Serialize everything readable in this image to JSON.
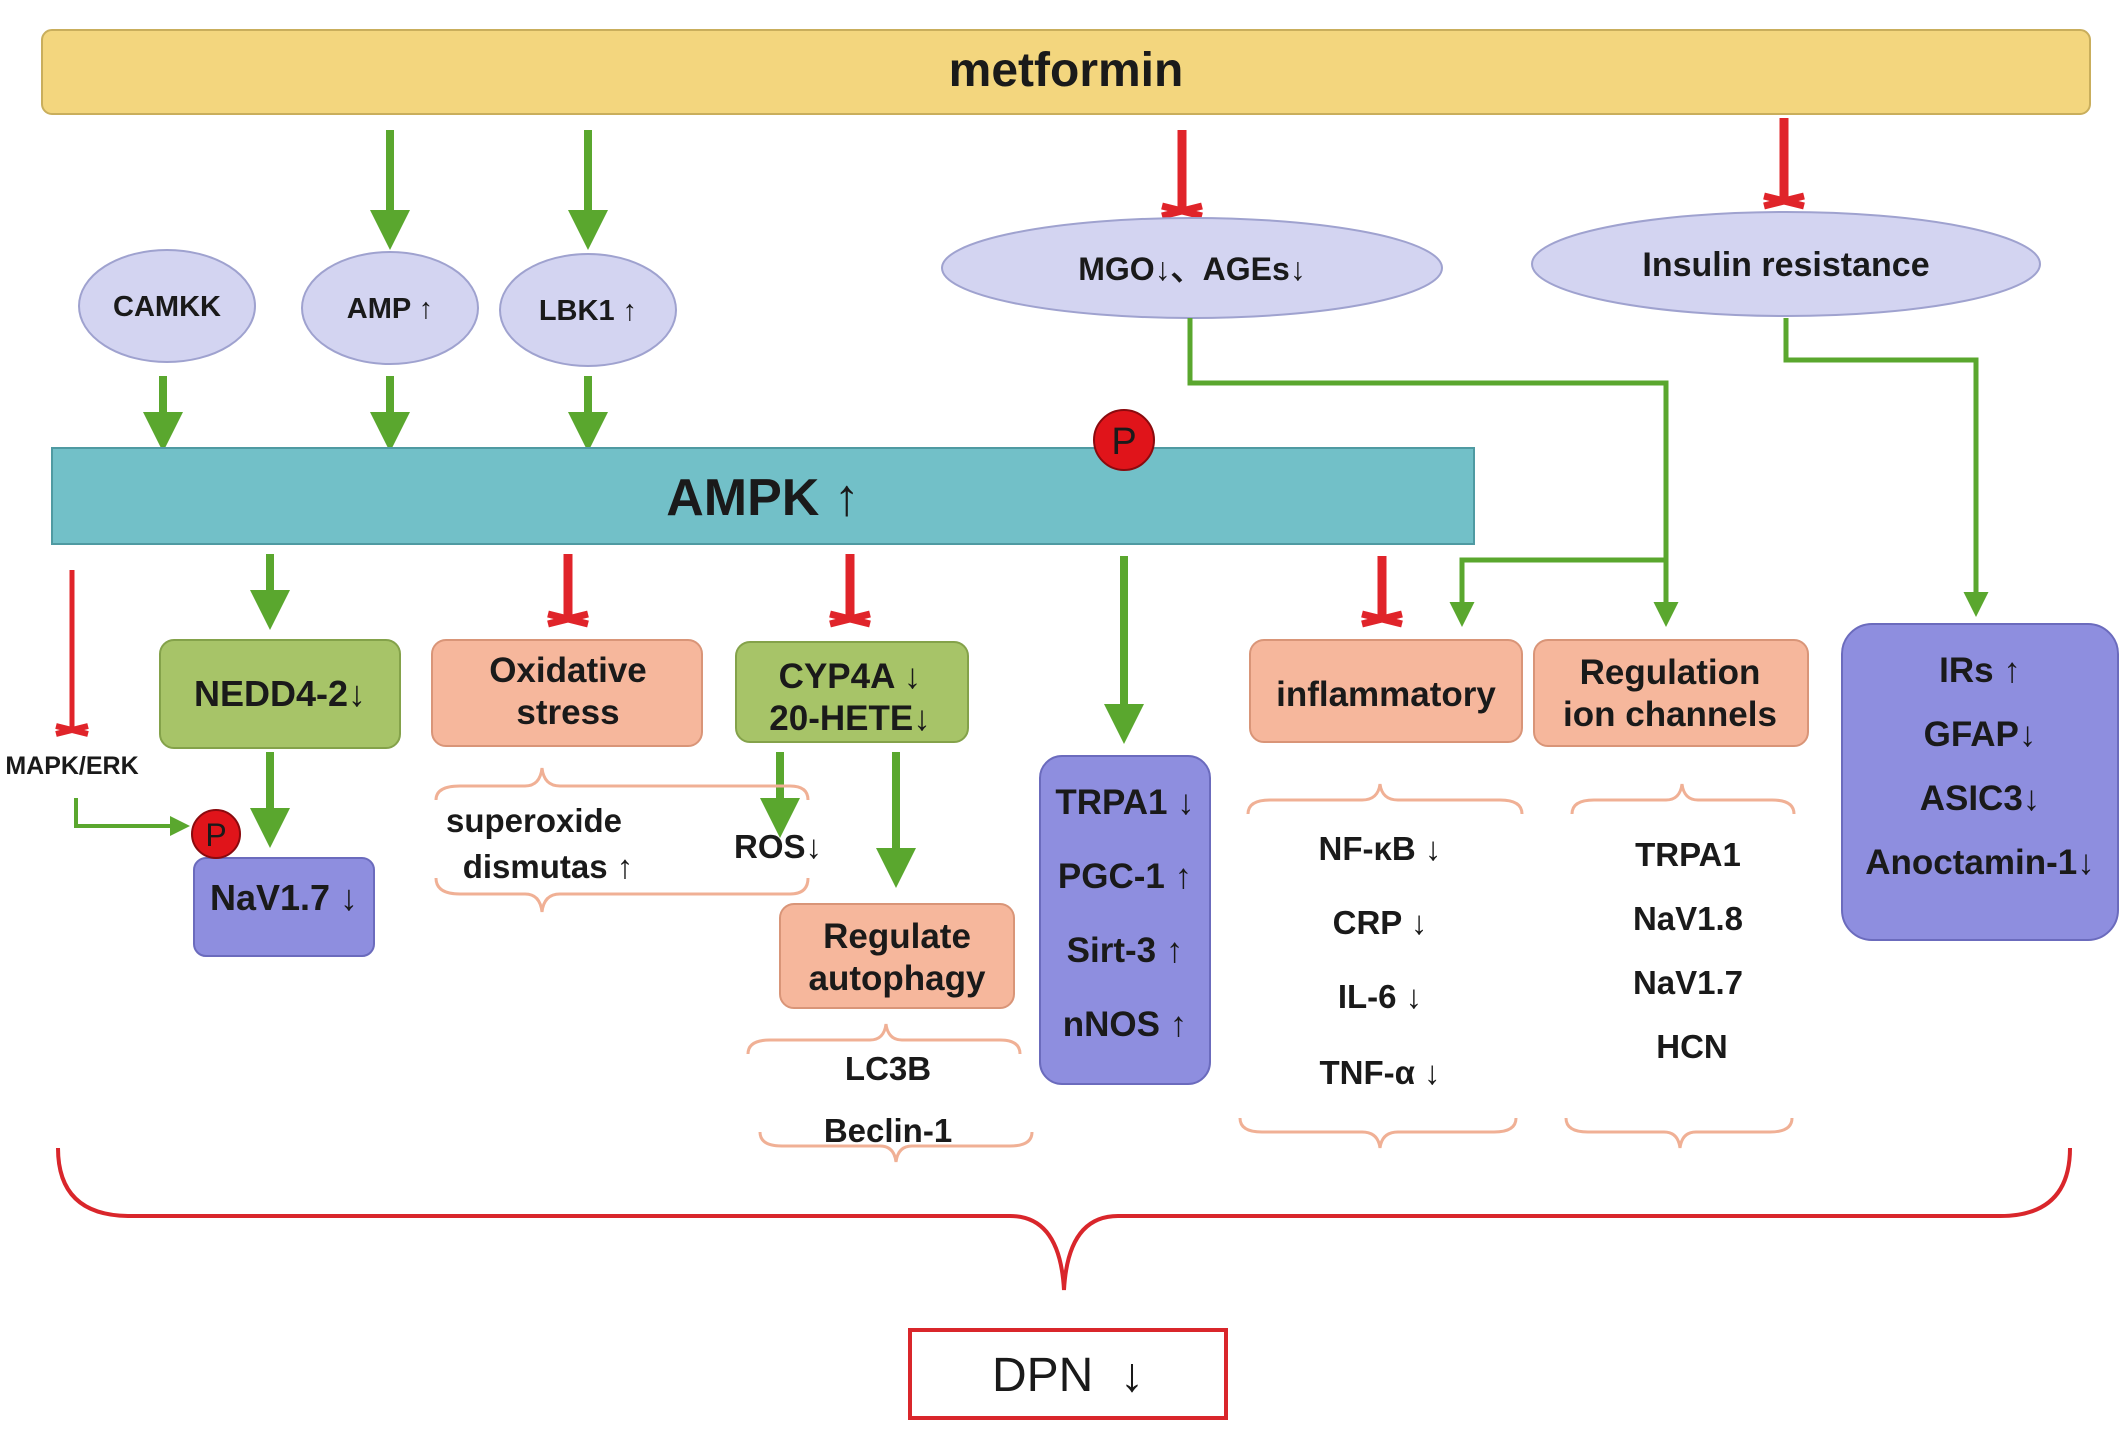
{
  "drug": "metformin",
  "upstream": {
    "camkk": "CAMKK",
    "amp": "AMP ↑",
    "lbk1": "LBK1 ↑",
    "mgo_ages": "MGO↓、AGEs↓",
    "insulin_resistance": "Insulin resistance"
  },
  "ampk": "AMPK ↑",
  "phospho_marker": "P",
  "mapk_erk": "MAPK/ERK",
  "nedd4": "NEDD4-2↓",
  "nav17_box": "NaV1.7 ↓",
  "oxidative_stress": [
    "Oxidative",
    "stress"
  ],
  "superoxide": [
    "superoxide",
    "dismutas ↑"
  ],
  "ros": "ROS↓",
  "cyp4a": [
    "CYP4A ↓",
    "20-HETE↓"
  ],
  "autophagy": [
    "Regulate",
    "autophagy"
  ],
  "autophagy_markers": [
    "LC3B",
    "Beclin-1"
  ],
  "ampk_targets": [
    "TRPA1 ↓",
    "PGC-1 ↑",
    "Sirt-3 ↑",
    "nNOS ↑"
  ],
  "inflammatory": "inflammatory",
  "inflammatory_markers": [
    "NF-κB ↓",
    "CRP ↓",
    "IL-6 ↓",
    "TNF-α ↓"
  ],
  "ion_channels": [
    "Regulation",
    "ion channels"
  ],
  "ion_channel_list": [
    "TRPA1",
    "NaV1.8",
    "NaV1.7",
    "HCN"
  ],
  "insulin_targets": [
    "IRs ↑",
    "GFAP↓",
    "ASIC3↓",
    "Anoctamin-1↓"
  ],
  "outcome": "DPN  ↓",
  "colors": {
    "metformin_bar": "#f3d67e",
    "ampk_bar": "#72c0c8",
    "oval": "#d3d4f1",
    "green_box": "#a7c468",
    "salmon_box": "#f6b79c",
    "purple_box": "#8e8edf",
    "activation_arrow": "#5aa72e",
    "inhibition_arrow": "#e0242a",
    "outcome_border": "#d9262b"
  }
}
